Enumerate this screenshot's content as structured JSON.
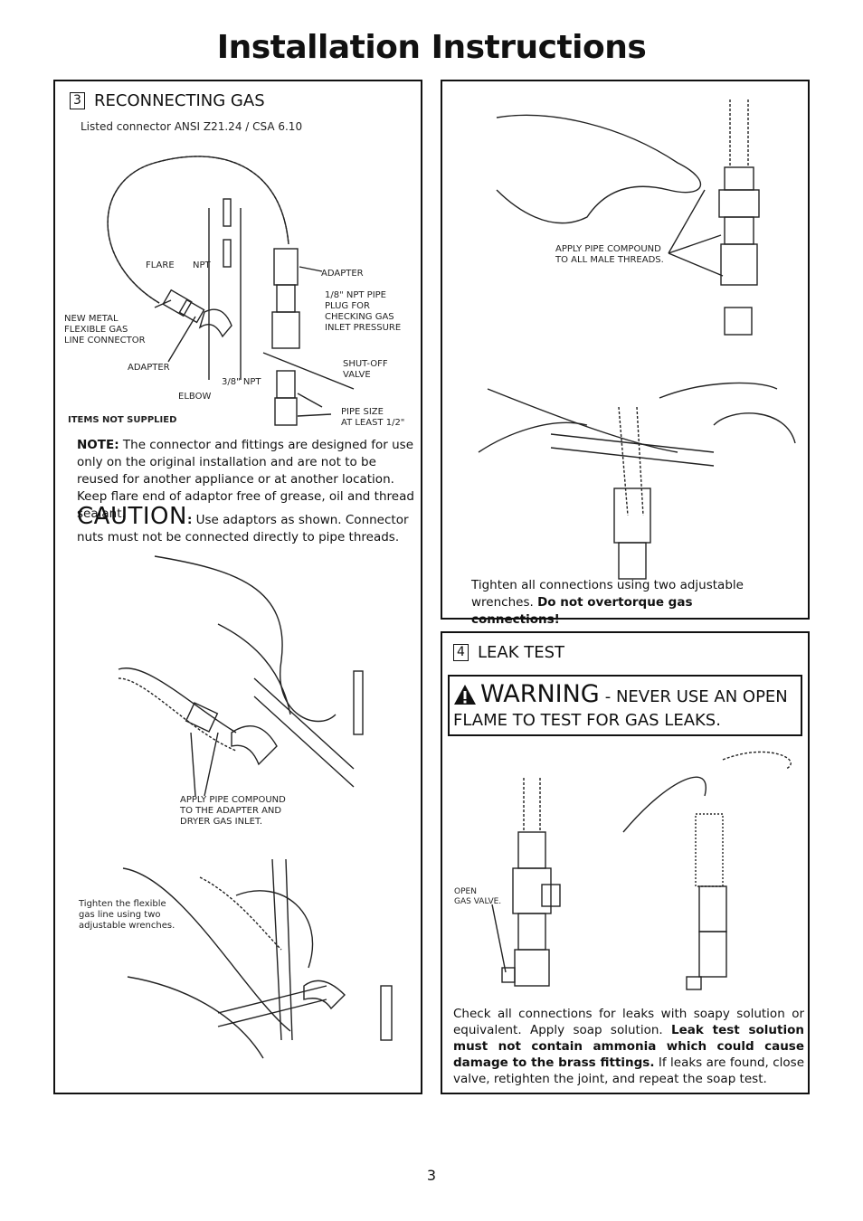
{
  "page_title": "Installation Instructions",
  "page_number": "3",
  "reconnecting": {
    "step_number": "3",
    "heading": "RECONNECTING GAS",
    "connector_note": "Listed connector ANSI Z21.24 / CSA 6.10",
    "labels": {
      "flare": "FLARE",
      "npt": "NPT",
      "adapter_top": "ADAPTER",
      "pipe_plug": "1/8\" NPT PIPE\nPLUG FOR\nCHECKING GAS\nINLET PRESSURE",
      "new_metal": "NEW METAL\nFLEXIBLE GAS\nLINE CONNECTOR",
      "adapter_bottom": "ADAPTER",
      "npt_38": "3/8\" NPT",
      "elbow": "ELBOW",
      "shutoff": "SHUT-OFF\nVALVE",
      "pipe_size": "PIPE SIZE\nAT LEAST 1/2\"",
      "items_not_supplied": "ITEMS NOT SUPPLIED"
    },
    "note_label": "NOTE:",
    "note_text": " The connector and fittings are designed for use only on the original installation and are not to be reused for another appliance or at another location. Keep flare end of adaptor free of grease, oil and thread sealant.",
    "caution_label": "CAUTION",
    "caution_colon": ":",
    "caution_text": " Use adaptors as shown. Connector nuts must not be connected directly to pipe threads.",
    "apply_compound": "APPLY PIPE COMPOUND\nTO THE ADAPTER AND\nDRYER GAS INLET.",
    "tighten_flexible": "Tighten the flexible\ngas line using two\nadjustable wrenches."
  },
  "tighten_panel": {
    "apply_male": "APPLY PIPE COMPOUND\nTO ALL MALE THREADS.",
    "tighten_text": "Tighten all connections using two adjustable wrenches. ",
    "tighten_bold": "Do not overtorque gas connections!"
  },
  "leak_test": {
    "step_number": "4",
    "heading": "LEAK TEST",
    "warning_word": "WARNING",
    "warning_rest": "- NEVER USE AN OPEN",
    "warning_line2": "FLAME TO TEST FOR GAS LEAKS.",
    "open_valve": "OPEN\nGAS VALVE.",
    "check_text": "Check all connections for leaks with soapy solution or equivalent. Apply soap solution. ",
    "check_bold": "Leak test solution must not contain ammonia which could cause damage to the brass fittings.",
    "check_text2": " If leaks are found, close valve, retighten the joint, and repeat the soap test."
  },
  "icons": [
    "warning-triangle-icon"
  ]
}
